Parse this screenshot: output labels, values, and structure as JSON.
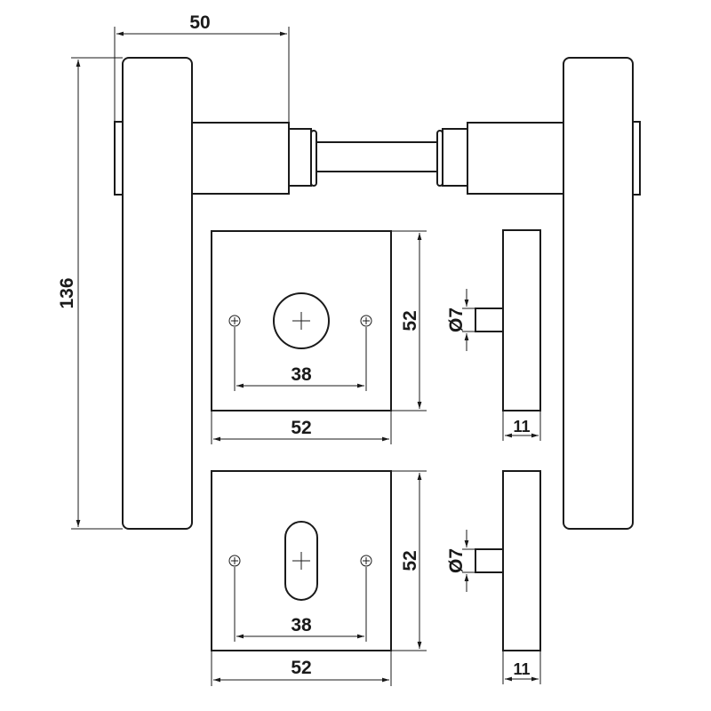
{
  "dimensions": {
    "handle_projection": "50",
    "handle_length": "136",
    "rose_top_height": "52",
    "rose_top_width": "52",
    "rose_top_hole_spacing": "38",
    "rose_top_pin_diameter": "Ø7",
    "rose_top_thickness": "11",
    "rose_bottom_height": "52",
    "rose_bottom_width": "52",
    "rose_bottom_hole_spacing": "38",
    "rose_bottom_pin_diameter": "Ø7",
    "rose_bottom_thickness": "11"
  },
  "colors": {
    "line": "#1a1a1a",
    "background": "#ffffff"
  }
}
